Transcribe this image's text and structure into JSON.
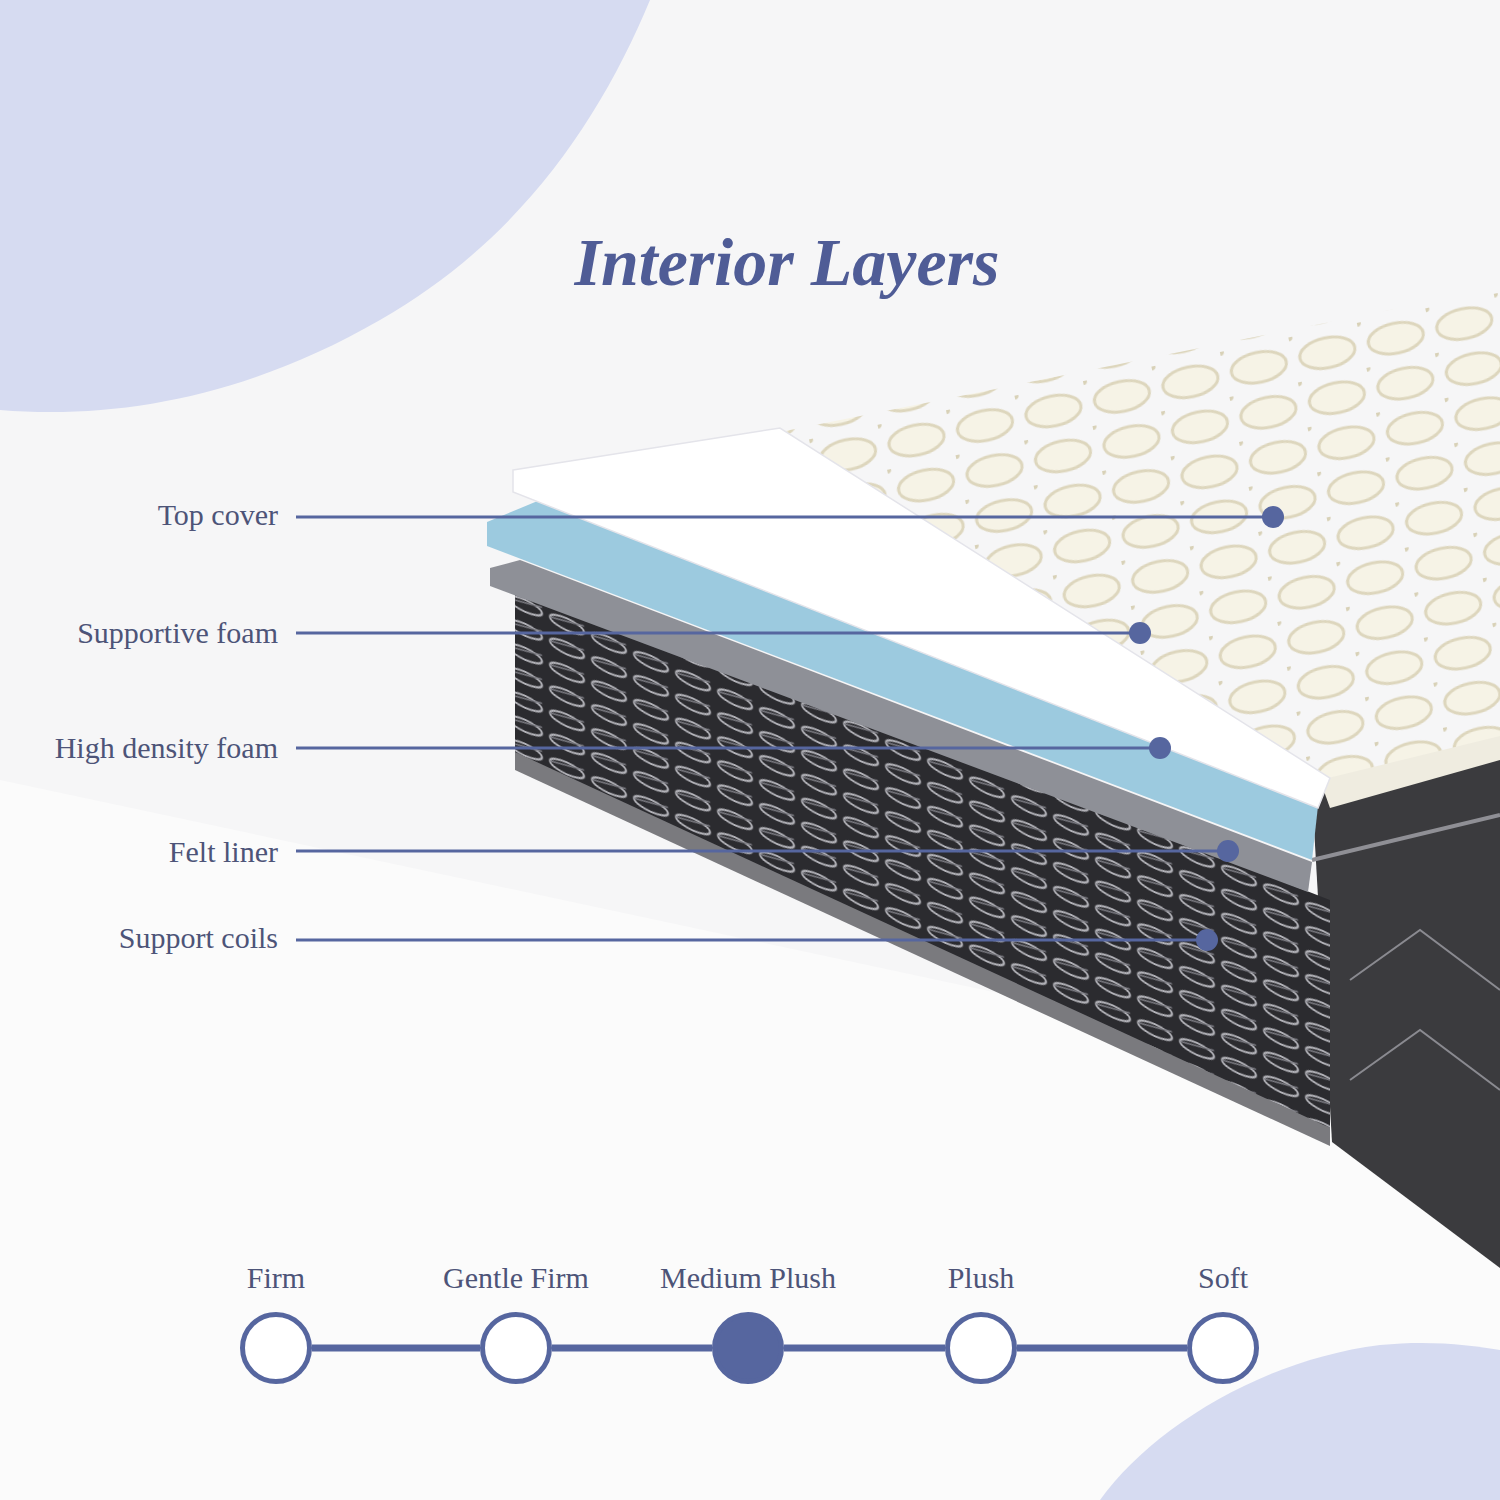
{
  "diagram": {
    "title": "Interior Layers",
    "nodes": [
      {
        "text": [
          "Firm"
        ]
      },
      {
        "text": [
          "Gentle Firm"
        ]
      },
      {
        "text": [
          "Medium Plush"
        ]
      },
      {
        "text": [
          "Plush"
        ]
      },
      {
        "text": [
          "Soft"
        ]
      }
    ],
    "edges": [
      {
        "from": 0,
        "to": 1,
        "arrow": "none"
      },
      {
        "from": 1,
        "to": 2,
        "arrow": "none"
      },
      {
        "from": 2,
        "to": 3,
        "arrow": "none"
      },
      {
        "from": 3,
        "to": 4,
        "arrow": "none"
      }
    ],
    "labels": [
      "Top cover",
      "Supportive foam",
      "High density foam",
      "Felt liner",
      "Support coils"
    ]
  }
}
